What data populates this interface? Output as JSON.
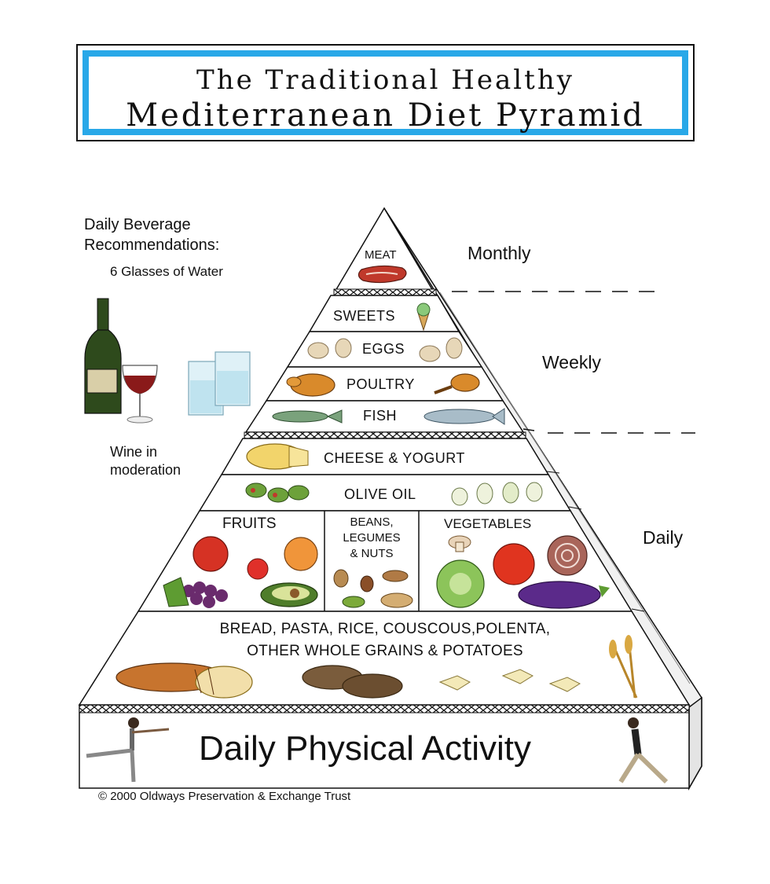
{
  "title": {
    "line1": "The Traditional Healthy",
    "line2": "Mediterranean Diet Pyramid"
  },
  "beverages": {
    "heading_line1": "Daily Beverage",
    "heading_line2": "Recommendations:",
    "water": "6 Glasses of Water",
    "wine_line1": "Wine in",
    "wine_line2": "moderation"
  },
  "frequency": {
    "monthly": "Monthly",
    "weekly": "Weekly",
    "daily": "Daily"
  },
  "tiers": {
    "meat": "MEAT",
    "sweets": "SWEETS",
    "eggs": "EGGS",
    "poultry": "POULTRY",
    "fish": "FISH",
    "cheese": "CHEESE & YOGURT",
    "olive_oil": "OLIVE OIL",
    "fruits": "FRUITS",
    "beans_line1": "BEANS,",
    "beans_line2": "LEGUMES",
    "beans_line3": "& NUTS",
    "vegetables": "VEGETABLES",
    "grains_line1": "BREAD, PASTA, RICE, COUSCOUS,POLENTA,",
    "grains_line2": "OTHER WHOLE GRAINS & POTATOES"
  },
  "activity": "Daily Physical Activity",
  "copyright": "© 2000 Oldways Preservation & Exchange Trust",
  "colors": {
    "title_border": "#29a8e8",
    "outline": "#111111"
  }
}
